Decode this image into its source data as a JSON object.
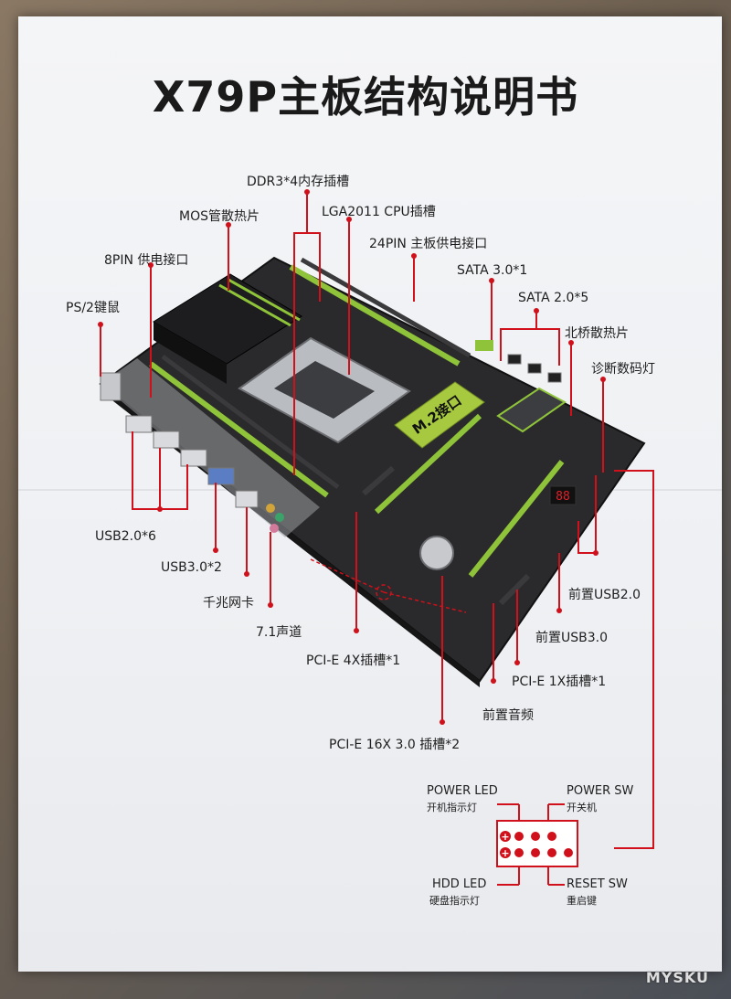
{
  "title": "X79P主板结构说明书",
  "labels": {
    "ddr3": "DDR3*4内存插槽",
    "mos": "MOS管散热片",
    "lga": "LGA2011 CPU插槽",
    "pin24": "24PIN 主板供电接口",
    "pin8": "8PIN 供电接口",
    "sata3": "SATA 3.0*1",
    "ps2": "PS/2键鼠",
    "sata2": "SATA 2.0*5",
    "northbridge": "北桥散热片",
    "debug": "诊断数码灯",
    "usb2": "USB2.0*6",
    "usb3": "USB3.0*2",
    "lan": "千兆网卡",
    "audio": "7.1声道",
    "pcie4x": "PCI-E 4X插槽*1",
    "pcie16x": "PCI-E 16X 3.0 插槽*2",
    "pcie1x": "PCI-E 1X插槽*1",
    "front_usb2": "前置USB2.0",
    "front_usb3": "前置USB3.0",
    "front_audio": "前置音频",
    "m2": "M.2接口"
  },
  "panel": {
    "power_led": "POWER LED",
    "power_led_cn": "开机指示灯",
    "power_sw": "POWER SW",
    "power_sw_cn": "开关机",
    "hdd_led": "HDD LED",
    "hdd_led_cn": "硬盘指示灯",
    "reset_sw": "RESET SW",
    "reset_sw_cn": "重启键",
    "plus": "+"
  },
  "debug_display": "88",
  "watermark": "MYSKU",
  "colors": {
    "leader": "#d0101a",
    "pcb": "#2a2a2c",
    "slot_green": "#8fc43a",
    "heatsink": "#1d1d1f"
  }
}
